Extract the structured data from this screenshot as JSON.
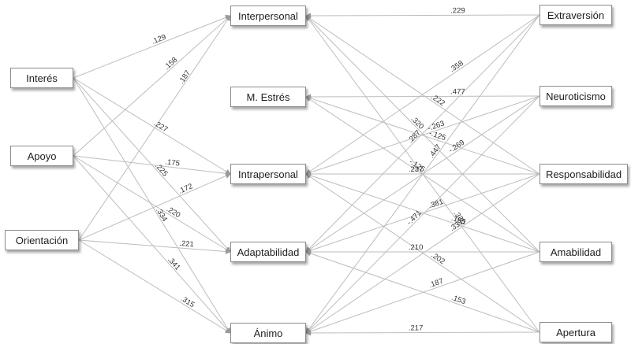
{
  "nodes": {
    "interes": "Interés",
    "apoyo": "Apoyo",
    "orientacion": "Orientación",
    "interpersonal": "Interpersonal",
    "m_estres": "M. Estrés",
    "intrapersonal": "Intrapersonal",
    "adaptabilidad": "Adaptabilidad",
    "animo": "Ánimo",
    "extraversion": "Extraversión",
    "neuroticismo": "Neuroticismo",
    "responsabilidad": "Responsabilidad",
    "amabilidad": "Amabilidad",
    "apertura": "Apertura"
  },
  "edges": [
    {
      "from": "interes",
      "to": "interpersonal",
      "label": ".129"
    },
    {
      "from": "apoyo",
      "to": "interpersonal",
      "label": ".158"
    },
    {
      "from": "orientacion",
      "to": "interpersonal",
      "label": ".187"
    },
    {
      "from": "interes",
      "to": "intrapersonal",
      "label": ".227"
    },
    {
      "from": "apoyo",
      "to": "intrapersonal",
      "label": ".175"
    },
    {
      "from": "orientacion",
      "to": "intrapersonal",
      "label": ".172"
    },
    {
      "from": "interes",
      "to": "adaptabilidad",
      "label": ".225"
    },
    {
      "from": "apoyo",
      "to": "adaptabilidad",
      "label": ".220"
    },
    {
      "from": "orientacion",
      "to": "adaptabilidad",
      "label": ".221"
    },
    {
      "from": "interes",
      "to": "animo",
      "label": ".334"
    },
    {
      "from": "apoyo",
      "to": "animo",
      "label": ".341"
    },
    {
      "from": "orientacion",
      "to": "animo",
      "label": ".315"
    },
    {
      "from": "extraversion",
      "to": "interpersonal",
      "label": ".229"
    },
    {
      "from": "responsabilidad",
      "to": "interpersonal",
      "label": ".222"
    },
    {
      "from": "amabilidad",
      "to": "interpersonal",
      "label": ".320"
    },
    {
      "from": "neuroticismo",
      "to": "m_estres",
      "label": ".477"
    },
    {
      "from": "responsabilidad",
      "to": "m_estres",
      "label": "-.125"
    },
    {
      "from": "amabilidad",
      "to": "m_estres",
      "label": "-.125"
    },
    {
      "from": "extraversion",
      "to": "intrapersonal",
      "label": ".358"
    },
    {
      "from": "neuroticismo",
      "to": "intrapersonal",
      "label": "-.263"
    },
    {
      "from": "responsabilidad",
      "to": "intrapersonal",
      "label": ".237"
    },
    {
      "from": "amabilidad",
      "to": "intrapersonal",
      "label": ".155"
    },
    {
      "from": "apertura",
      "to": "intrapersonal",
      "label": ".202"
    },
    {
      "from": "extraversion",
      "to": "adaptabilidad",
      "label": ".287"
    },
    {
      "from": "neuroticismo",
      "to": "adaptabilidad",
      "label": "-.269"
    },
    {
      "from": "responsabilidad",
      "to": "adaptabilidad",
      "label": ".381"
    },
    {
      "from": "amabilidad",
      "to": "adaptabilidad",
      "label": ".210"
    },
    {
      "from": "apertura",
      "to": "adaptabilidad",
      "label": ".153"
    },
    {
      "from": "extraversion",
      "to": "animo",
      "label": ".447"
    },
    {
      "from": "neuroticismo",
      "to": "animo",
      "label": "-.471"
    },
    {
      "from": "responsabilidad",
      "to": "animo",
      "label": ".337"
    },
    {
      "from": "amabilidad",
      "to": "animo",
      "label": ".187"
    },
    {
      "from": "apertura",
      "to": "animo",
      "label": ".217"
    },
    {
      "from": "apertura",
      "to": "interpersonal",
      "label": ".330"
    }
  ]
}
